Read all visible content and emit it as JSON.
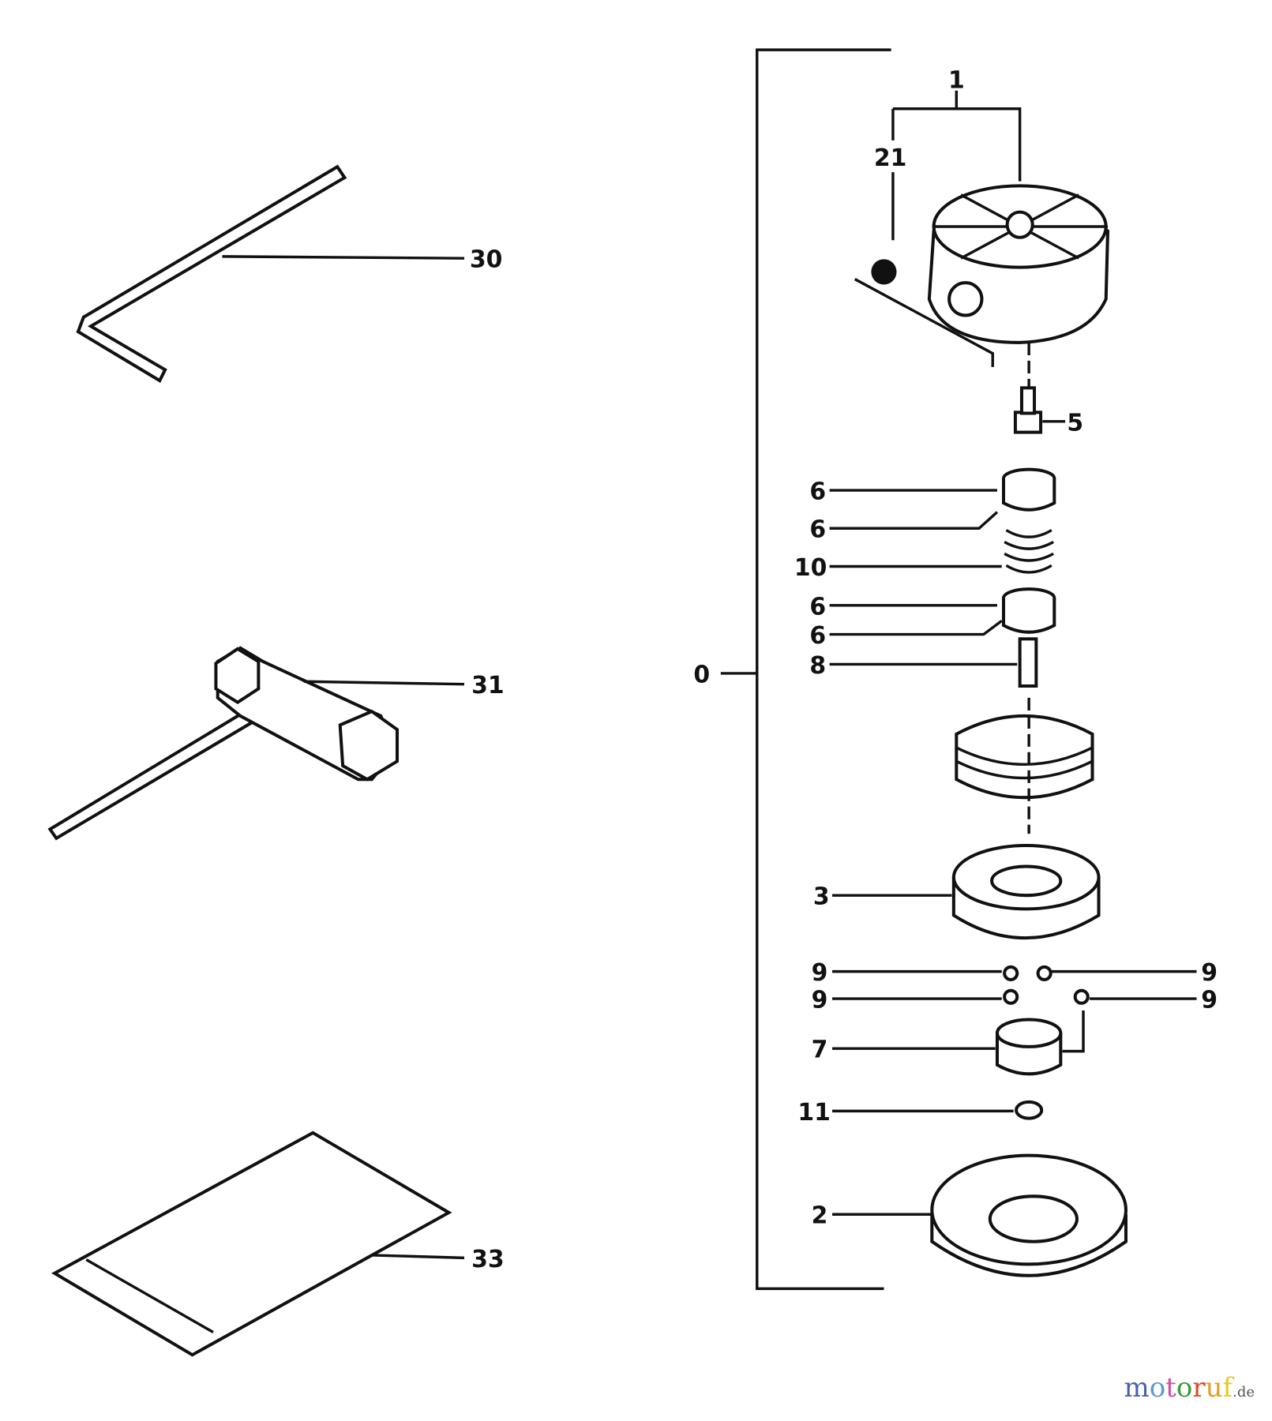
{
  "diagram": {
    "callouts": {
      "c30": "30",
      "c31": "31",
      "c33": "33",
      "c0": "0",
      "c1": "1",
      "c21": "21",
      "c5": "5",
      "c6a": "6",
      "c6b": "6",
      "c10": "10",
      "c6c": "6",
      "c6d": "6",
      "c8": "8",
      "c3": "3",
      "c9a": "9",
      "c9b": "9",
      "c9c": "9",
      "c9d": "9",
      "c7": "7",
      "c11": "11",
      "c2": "2"
    },
    "parts": [
      "hex-key",
      "spark-plug-wrench",
      "manual-envelope",
      "trimmer-head-cover",
      "screw",
      "washers",
      "spring",
      "bolt",
      "spool-housing",
      "spool",
      "balls",
      "ratchet",
      "washer",
      "base"
    ]
  },
  "watermark": {
    "brand": "motoruf",
    "tld": ".de",
    "colors": [
      "#4a5fb0",
      "#5a9ad0",
      "#d84b9a",
      "#3a9a3a",
      "#d84a2a",
      "#e0a020",
      "#e8c820"
    ]
  }
}
